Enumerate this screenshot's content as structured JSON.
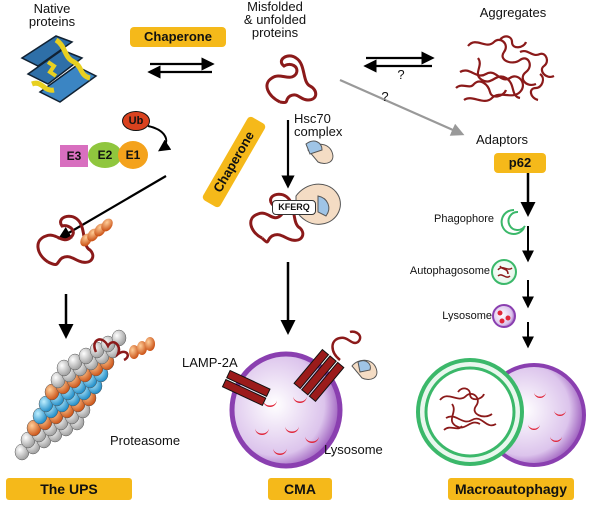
{
  "labels": {
    "native": "Native\nproteins",
    "misfolded": "Misfolded\n& unfolded\nproteins",
    "aggregates": "Aggregates",
    "question": "?",
    "hsc70": "Hsc70\ncomplex",
    "adaptors": "Adaptors",
    "phagophore": "Phagophore",
    "autophagosome": "Autophagosome",
    "lysosome_small": "Lysosome",
    "lamp2a": "LAMP-2A",
    "lysosome_cma": "Lysosome",
    "proteasome": "Proteasome"
  },
  "tags": {
    "chaperone_top": "Chaperone",
    "chaperone_rot": "Chaperone",
    "p62": "p62",
    "kferq": "KFERQ"
  },
  "enzymes": {
    "e3": "E3",
    "e2": "E2",
    "e1": "E1",
    "ub": "Ub"
  },
  "footer": {
    "ups": "The UPS",
    "cma": "CMA",
    "macro": "Macroautophagy"
  },
  "colors": {
    "tag": "#f5b91a",
    "protein": "#8b1a1a",
    "e3": "#d86fbf",
    "e2": "#8fc63e",
    "e1": "#f4a21c",
    "ub": "#d9421f",
    "lysosome": "#8a3fb0",
    "autophagosome": "#3bb86a",
    "proteasome_blue": "#20a9dd",
    "proteasome_orange": "#e46a2a"
  }
}
